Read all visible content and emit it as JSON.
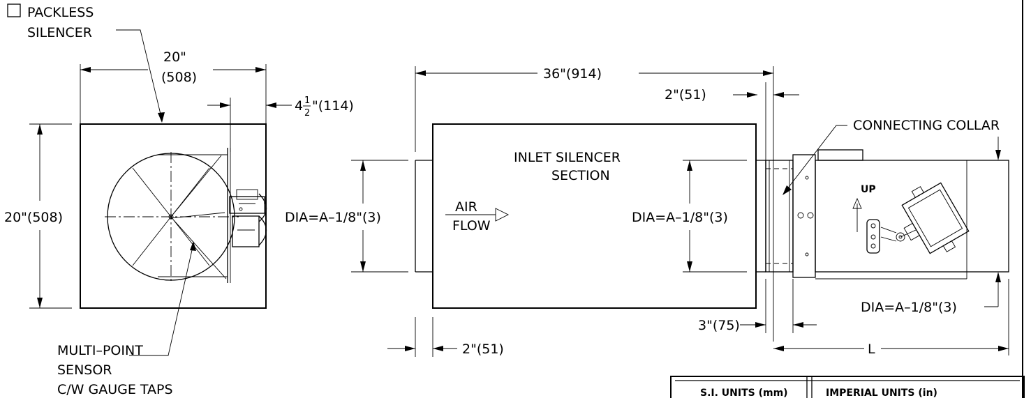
{
  "labels": {
    "packless_line1": "PACKLESS",
    "packless_line2": "SILENCER",
    "multipoint_line1": "MULTI–POINT",
    "multipoint_line2": "SENSOR",
    "multipoint_line3": "C/W GAUGE TAPS",
    "inlet_line1": "INLET SILENCER",
    "inlet_line2": "SECTION",
    "airflow_line1": "AIR",
    "airflow_line2": "FLOW",
    "connecting_collar": "CONNECTING COLLAR",
    "up": "UP"
  },
  "dimensions": {
    "width_top_in": "20\"",
    "width_top_mm": "(508)",
    "height_left": "20\"(508)",
    "offset_whole": "4",
    "offset_num": "1",
    "offset_den": "2",
    "offset_rest": "\"(114)",
    "length_36": "36\"(914)",
    "collar_2": "2\"(51)",
    "bottom_2": "2\"(51)",
    "collar_3": "3\"(75)",
    "dia_left": "DIA=A–1/8\"(3)",
    "dia_mid": "DIA=A–1/8\"(3)",
    "dia_right": "DIA=A–1/8\"(3)",
    "length_L": "L"
  },
  "table": {
    "si_header": "S.I. UNITS (mm)",
    "imperial_header": "IMPERIAL UNITS (in)"
  }
}
